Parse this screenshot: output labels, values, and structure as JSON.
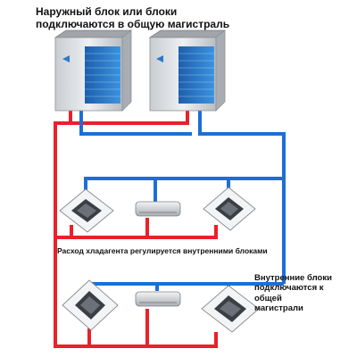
{
  "title": {
    "line1": "Наружный блок или блоки",
    "line2": "подключаются в общую магистраль"
  },
  "flow_label": "Расход хладагента регулируется внутренними блоками",
  "indoor_label": {
    "line1": "Внутренние блоки",
    "line2": "подключаются к общей",
    "line3": "магистрали"
  },
  "colors": {
    "supply_pipe": "#e8212a",
    "return_pipe": "#1c6fd6",
    "outdoor_fan": "#2b79c9"
  },
  "components": {
    "outdoor_units": 2,
    "indoor_cassette_units": 4,
    "indoor_wall_units": 2
  }
}
